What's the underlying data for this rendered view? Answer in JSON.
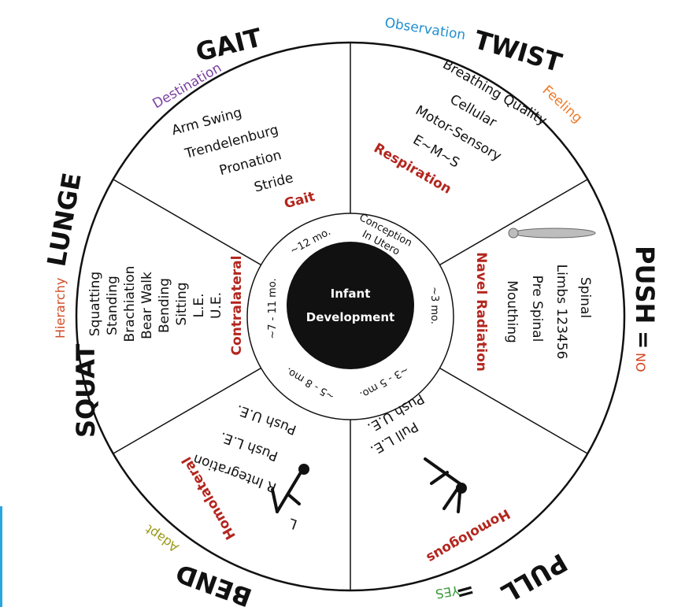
{
  "center": {
    "line1": "Infant",
    "line2": "Development"
  },
  "outer_labels": {
    "gait": "GAIT",
    "destination": "Destination",
    "observation": "Observation",
    "twist": "TWIST",
    "feeling": "Feeling",
    "push": "PUSH",
    "push_eq": "=",
    "no": "NO",
    "pull": "PULL",
    "pull_eq": "=",
    "yes": "YES",
    "bend": "BEND",
    "adapt": "Adapt",
    "squat": "SQUAT",
    "hierarchy": "Hierarchy",
    "lunge": "LUNGE"
  },
  "sectors": {
    "gait": {
      "items": [
        "Arm Swing",
        "Trendelenburg",
        "Pronation",
        "Stride"
      ],
      "heading": "Gait",
      "age": "~12 mo."
    },
    "respiration": {
      "items": [
        "Breathing Quality",
        "Cellular",
        "Motor-Sensory",
        "E~M~S"
      ],
      "heading": "Respiration",
      "age1": "Conception",
      "age2": "In Utero"
    },
    "navel": {
      "items": [
        "Spinal",
        "Limbs 123456",
        "Pre Spinal",
        "Mouthing"
      ],
      "heading": "Navel Radiation",
      "age": "~3 mo."
    },
    "homologous": {
      "items": [
        "Push U.E.",
        "Pull L.E."
      ],
      "heading": "Homologous",
      "age": "~3 - 5 mo."
    },
    "homolateral": {
      "items": [
        "Push U.E.",
        "Push L.E.",
        "R Integration",
        "L"
      ],
      "heading": "Homolateral",
      "age": "~5 - 8 mo."
    },
    "contralateral": {
      "items": [
        "Squatting",
        "Standing",
        "Brachiation",
        "Bear Walk",
        "Bending",
        "Sitting",
        "L.E.",
        "U.E."
      ],
      "heading": "Contralateral",
      "age": "~7 - 11 mo."
    }
  },
  "colors": {
    "destination": "#7b3fa0",
    "observation": "#1f8fd0",
    "feeling": "#ee7b2a",
    "no": "#d2451e",
    "yes": "#3a9a3a",
    "adapt": "#9a9a1a",
    "hierarchy": "#d04a24",
    "heading_red": "#b3261e",
    "blue_bar": "#2aa6df"
  },
  "icons": [
    "lying-figure-icon",
    "star-figure-icon",
    "crawling-figure-icon"
  ]
}
